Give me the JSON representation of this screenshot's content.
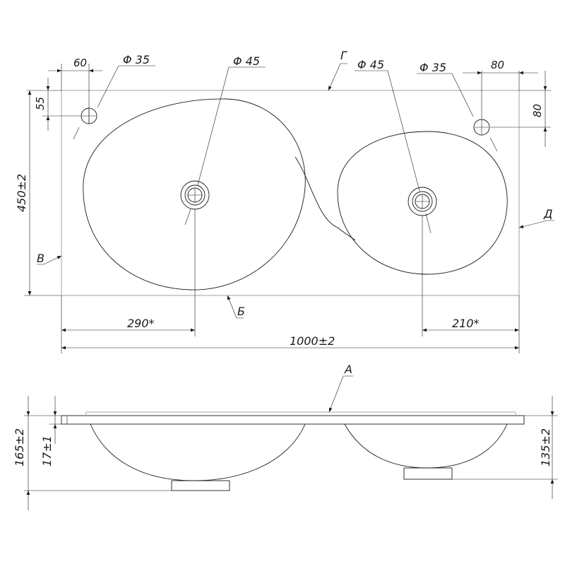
{
  "plan_view": {
    "hole_small_left": "Φ 35",
    "hole_small_right": "Φ 35",
    "drain_left": "Φ 45",
    "drain_right": "Φ 45",
    "dim_left_hole_x": "60",
    "dim_left_hole_y": "55",
    "dim_right_hole_x": "80",
    "dim_right_hole_y": "80",
    "dim_depth": "450±2",
    "dim_left_drain": "290*",
    "dim_right_drain": "210*",
    "dim_total_width": "1000±2",
    "edge_back": "Г",
    "edge_front": "Б",
    "edge_left": "В",
    "edge_right": "Д"
  },
  "section_view": {
    "surface_label": "А",
    "dim_total_height": "165±2",
    "dim_slab": "17±1",
    "dim_right_height": "135±2"
  }
}
